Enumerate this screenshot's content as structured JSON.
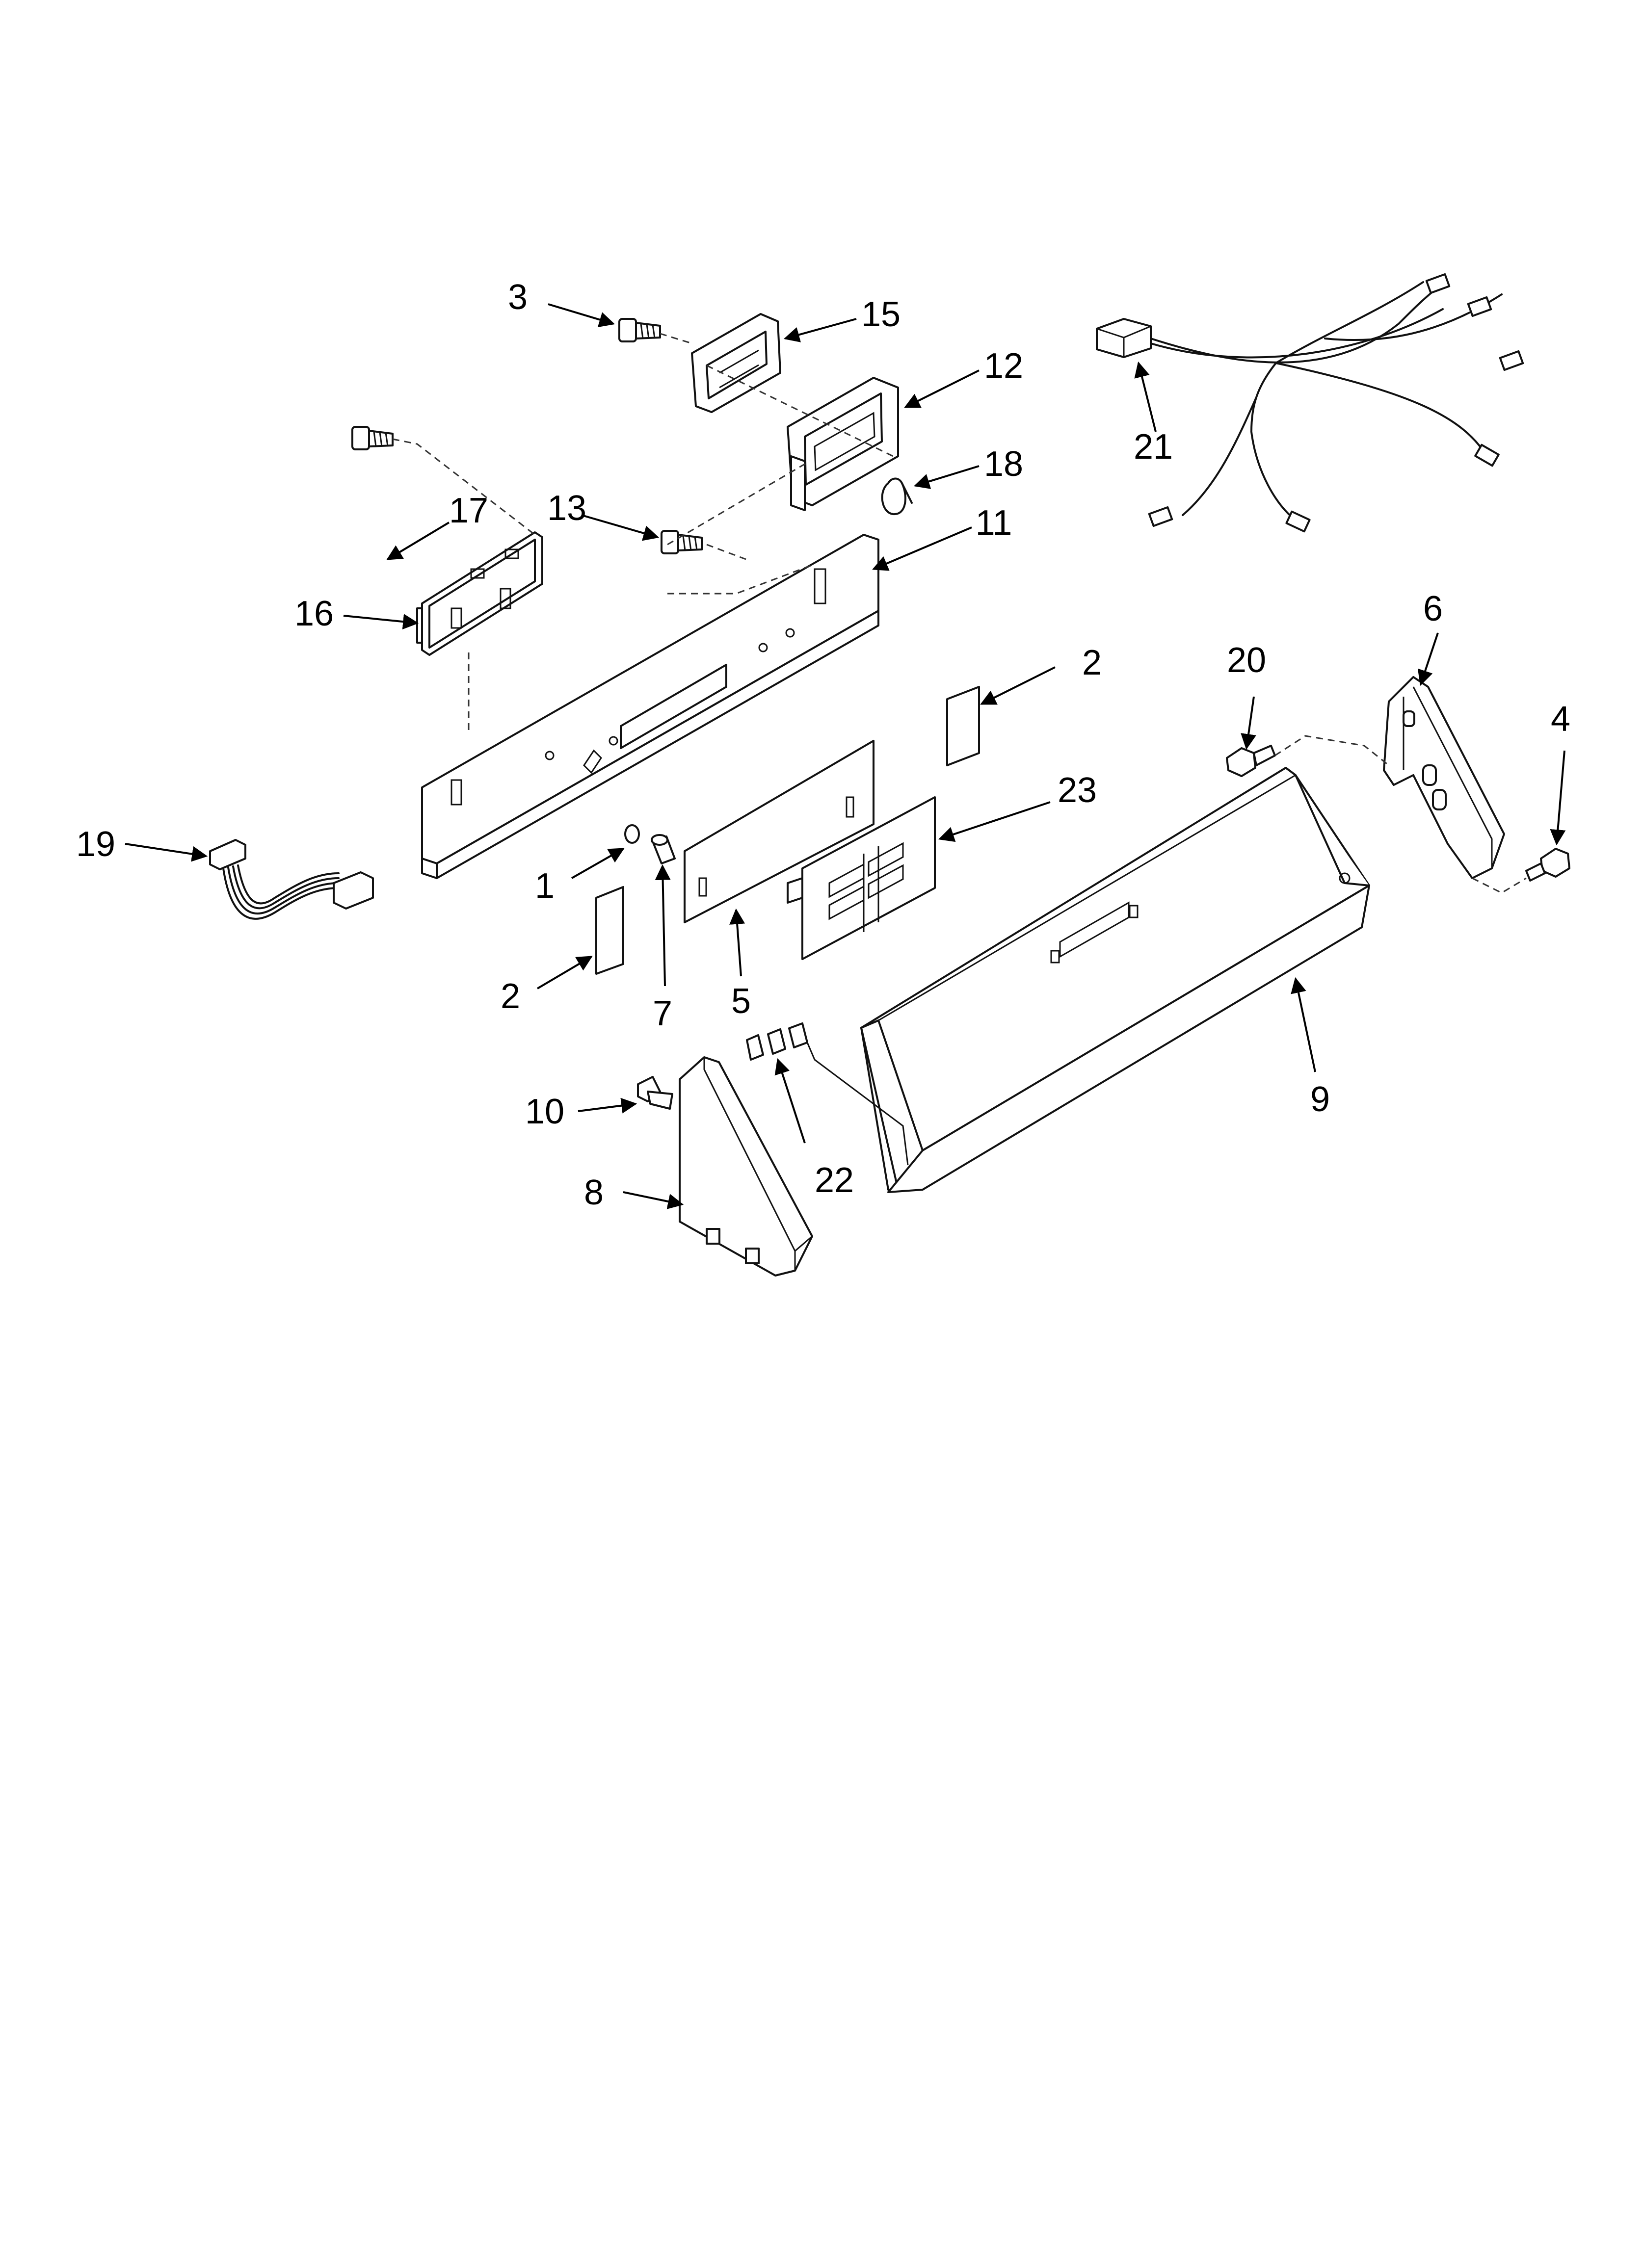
{
  "diagram": {
    "colors": {
      "line": "#111111",
      "background": "#ffffff"
    },
    "parts": [
      {
        "id": "3",
        "label": "3"
      },
      {
        "id": "15",
        "label": "15"
      },
      {
        "id": "12",
        "label": "12"
      },
      {
        "id": "18",
        "label": "18"
      },
      {
        "id": "21",
        "label": "21"
      },
      {
        "id": "17",
        "label": "17"
      },
      {
        "id": "13",
        "label": "13"
      },
      {
        "id": "11",
        "label": "11"
      },
      {
        "id": "16",
        "label": "16"
      },
      {
        "id": "2a",
        "label": "2"
      },
      {
        "id": "6",
        "label": "6"
      },
      {
        "id": "20",
        "label": "20"
      },
      {
        "id": "4",
        "label": "4"
      },
      {
        "id": "23",
        "label": "23"
      },
      {
        "id": "19",
        "label": "19"
      },
      {
        "id": "1",
        "label": "1"
      },
      {
        "id": "2b",
        "label": "2"
      },
      {
        "id": "7",
        "label": "7"
      },
      {
        "id": "5",
        "label": "5"
      },
      {
        "id": "9",
        "label": "9"
      },
      {
        "id": "10",
        "label": "10"
      },
      {
        "id": "22",
        "label": "22"
      },
      {
        "id": "8",
        "label": "8"
      }
    ]
  }
}
